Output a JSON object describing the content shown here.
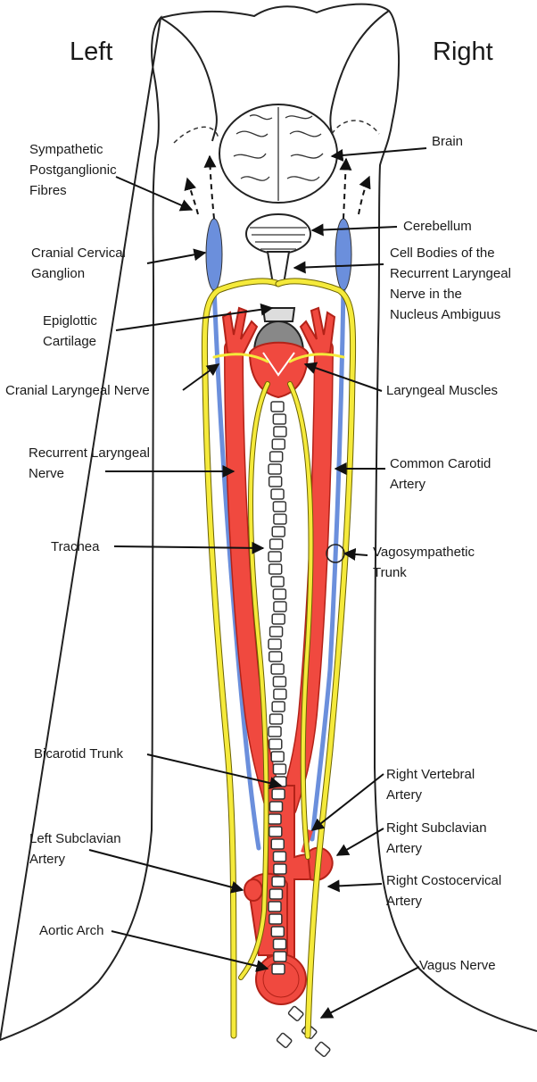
{
  "side_labels": {
    "left": "Left",
    "right": "Right"
  },
  "labels": {
    "sympathetic": [
      "Sympathetic",
      "Postganglionic",
      "Fibres"
    ],
    "brain": [
      "Brain"
    ],
    "cerebellum": [
      "Cerebellum"
    ],
    "cranial_cervical_ganglion": [
      "Cranial Cervical",
      "Ganglion"
    ],
    "cell_bodies": [
      "Cell Bodies of the",
      "Recurrent Laryngeal",
      "Nerve in the",
      "Nucleus Ambiguus"
    ],
    "epiglottic_cartilage": [
      "Epiglottic",
      "Cartilage"
    ],
    "cranial_laryngeal_nerve": [
      "Cranial Laryngeal Nerve"
    ],
    "laryngeal_muscles": [
      "Laryngeal Muscles"
    ],
    "recurrent_laryngeal_nerve": [
      "Recurrent Laryngeal",
      "Nerve"
    ],
    "common_carotid_artery": [
      "Common Carotid",
      "Artery"
    ],
    "trachea": [
      "Trachea"
    ],
    "vagosympathetic_trunk": [
      "Vagosympathetic",
      "Trunk"
    ],
    "bicarotid_trunk": [
      "Bicarotid Trunk"
    ],
    "right_vertebral_artery": [
      "Right Vertebral",
      "Artery"
    ],
    "right_subclavian_artery": [
      "Right Subclavian",
      "Artery"
    ],
    "left_subclavian_artery": [
      "Left Subclavian",
      "Artery"
    ],
    "right_costocervical_artery": [
      "Right Costocervical",
      "Artery"
    ],
    "aortic_arch": [
      "Aortic Arch"
    ],
    "vagus_nerve": [
      "Vagus Nerve"
    ]
  },
  "colors": {
    "artery": "#f0493f",
    "artery_dark": "#b32218",
    "nerve": "#f5ea3b",
    "nerve_edge": "#6b6200",
    "sympathetic_trunk": "#6b8fdc",
    "ganglion": "#6b8fdc",
    "outline": "#222222"
  }
}
